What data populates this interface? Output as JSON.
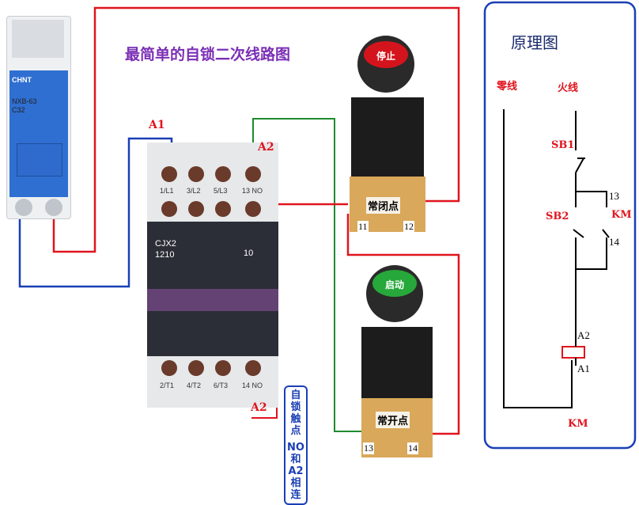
{
  "title": "最简单的自锁二次线路图",
  "breaker": {
    "brand": "CHNT",
    "model": "NXB-63",
    "rating": "C32"
  },
  "contactor": {
    "model_line1": "CJX2",
    "model_line2": "1210",
    "aux_label": "10",
    "top_terminals": [
      "1/L1",
      "3/L2",
      "5/L3",
      "13 NO"
    ],
    "bottom_terminals": [
      "2/T1",
      "4/T2",
      "6/T3",
      "14 NO"
    ]
  },
  "labels": {
    "a1": "A1",
    "a2_top": "A2",
    "a2_bottom": "A2"
  },
  "self_lock_note": [
    "自锁",
    "触点",
    "NO",
    "和",
    "A2",
    "相连"
  ],
  "stop_button": {
    "face": "停止",
    "contact": "常闭点",
    "terminal_left": "11",
    "terminal_right": "12"
  },
  "start_button": {
    "face": "启动",
    "contact": "常开点",
    "terminal_left": "13",
    "terminal_right": "14"
  },
  "schematic": {
    "title": "原理图",
    "neutral": "零线",
    "live": "火线",
    "sb1": "SB1",
    "sb2": "SB2",
    "t13": "13",
    "km_contact": "KM",
    "t14": "14",
    "a2": "A2",
    "a1": "A1",
    "km_coil": "KM"
  },
  "colors": {
    "red_wire": "#e0141e",
    "blue_wire": "#1a3fb5",
    "green_wire": "#1f8a2e",
    "title_purple": "#7b2fb5"
  }
}
